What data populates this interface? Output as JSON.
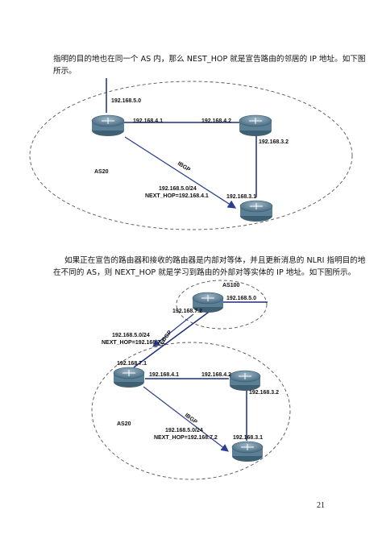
{
  "paragraphs": [
    "指明的目的地也在同一个 AS 内，那么 NEST_HOP 就是宣告路由的邻居的 IP 地址。如下图",
    "所示。",
    "如果正在宣告的路由器和接收的路由器是内部对等体，并且更新消息的 NLRI 指明目的地",
    "在不同的 AS，则 NEXT_HOP 就是学习到路由的外部对等实体的 IP 地址。如下图所示。"
  ],
  "figure1": {
    "as_label": "AS20",
    "net_top": "192.168.5.0",
    "r1_label": "192.168.4.1",
    "r2_label": "192.168.4.2",
    "r2_down": "192.168.3.2",
    "r3_label": "192.168.3.1",
    "protocol": "IBGP",
    "route": "192.168.5.0/24",
    "next_hop": "NEXT_HOP=192.168.4.1"
  },
  "figure2": {
    "as_top": "AS100",
    "net_top": "192.168.5.0",
    "r0_label": "192.168.7.2",
    "ebgp": "EBGP",
    "route1": "192.168.5.0/24",
    "next_hop1": "NEXT_HOP=192.168.7.2",
    "r1_up": "192.168.7.1",
    "r1_label": "192.168.4.1",
    "r2_label": "192.168.4.2",
    "r2_down": "192.168.3.2",
    "r3_label": "192.168.3.1",
    "as_label": "AS20",
    "ibgp": "IBGP",
    "route2": "192.168.5.0/24",
    "next_hop2": "NEXT_HOP=192.168.7.2"
  },
  "page_number": "21"
}
